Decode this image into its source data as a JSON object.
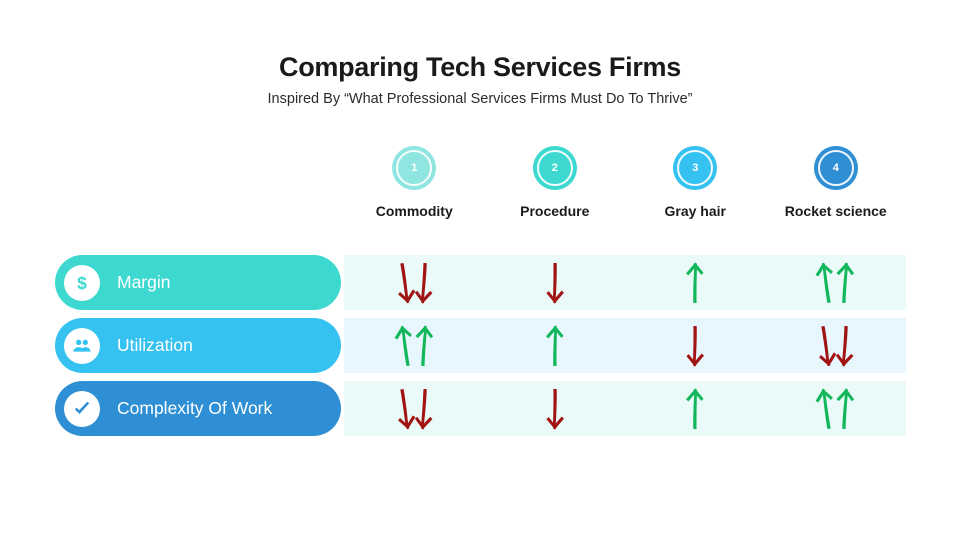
{
  "header": {
    "title": "Comparing Tech Services Firms",
    "subtitle": "Inspired By “What Professional Services Firms Must Do To Thrive”"
  },
  "columns": [
    {
      "number": "1",
      "label": "Commodity",
      "badge_color": "#8FE6E0"
    },
    {
      "number": "2",
      "label": "Procedure",
      "badge_color": "#3DD9D0"
    },
    {
      "number": "3",
      "label": "Gray hair",
      "badge_color": "#35C2F0"
    },
    {
      "number": "4",
      "label": "Rocket science",
      "badge_color": "#2E8FD4"
    }
  ],
  "rows": [
    {
      "label": "Margin",
      "icon": "dollar-icon",
      "pill_color": "#3DD9D0",
      "band_color": "#E9FAF8",
      "cells": [
        {
          "direction": "down",
          "count": 2
        },
        {
          "direction": "down",
          "count": 1
        },
        {
          "direction": "up",
          "count": 1
        },
        {
          "direction": "up",
          "count": 2
        }
      ]
    },
    {
      "label": "Utilization",
      "icon": "users-icon",
      "pill_color": "#35C2F0",
      "band_color": "#E8F7FD",
      "cells": [
        {
          "direction": "up",
          "count": 2
        },
        {
          "direction": "up",
          "count": 1
        },
        {
          "direction": "down",
          "count": 1
        },
        {
          "direction": "down",
          "count": 2
        }
      ]
    },
    {
      "label": "Complexity Of Work",
      "icon": "check-icon",
      "pill_color": "#2E8FD4",
      "band_color": "#E9FAF8",
      "cells": [
        {
          "direction": "down",
          "count": 2
        },
        {
          "direction": "down",
          "count": 1
        },
        {
          "direction": "up",
          "count": 1
        },
        {
          "direction": "up",
          "count": 2
        }
      ]
    }
  ],
  "colors": {
    "arrow_up": "#12B75C",
    "arrow_down": "#A11414",
    "text_dark": "#1a1a1a",
    "background": "#ffffff"
  }
}
